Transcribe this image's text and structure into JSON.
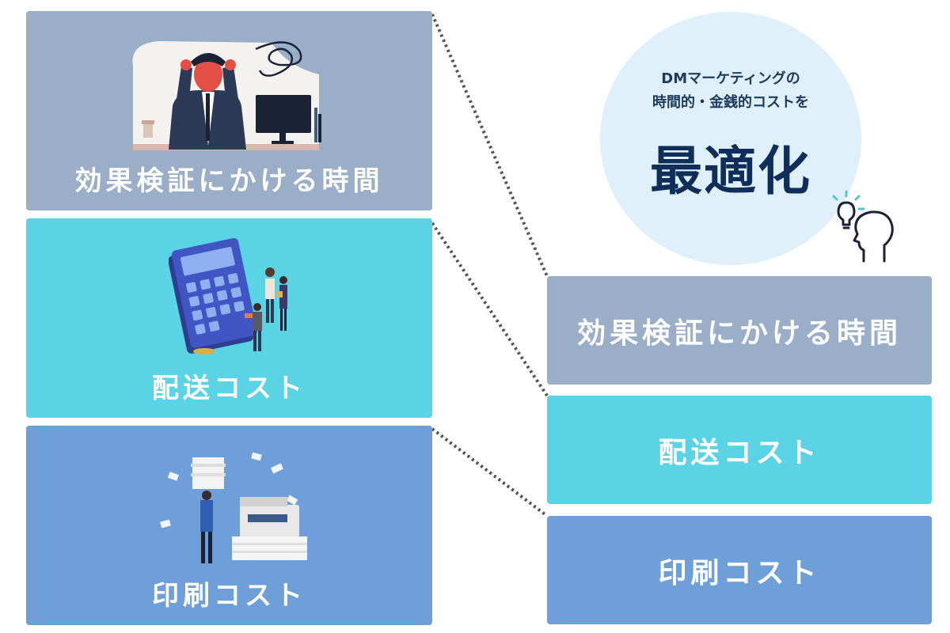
{
  "left_panels": [
    {
      "label": "効果検証にかける時間",
      "illustration": "stressed-office-worker-illustration",
      "color": "#9aaec8"
    },
    {
      "label": "配送コスト",
      "illustration": "calculator-and-people-illustration",
      "color": "#5ad3e4"
    },
    {
      "label": "印刷コスト",
      "illustration": "paper-stack-and-printer-illustration",
      "color": "#6f9fd8"
    }
  ],
  "right_panels": [
    {
      "label": "効果検証にかける時間",
      "color": "#9aaec8"
    },
    {
      "label": "配送コスト",
      "color": "#5ad3e4"
    },
    {
      "label": "印刷コスト",
      "color": "#6f9fd8"
    }
  ],
  "bubble": {
    "line1": "DMマーケティングの",
    "line2": "時間的・金銭的コストを",
    "headline": "最適化",
    "icon": "thinking-head-lightbulb-icon",
    "color": "#dff0fb"
  }
}
